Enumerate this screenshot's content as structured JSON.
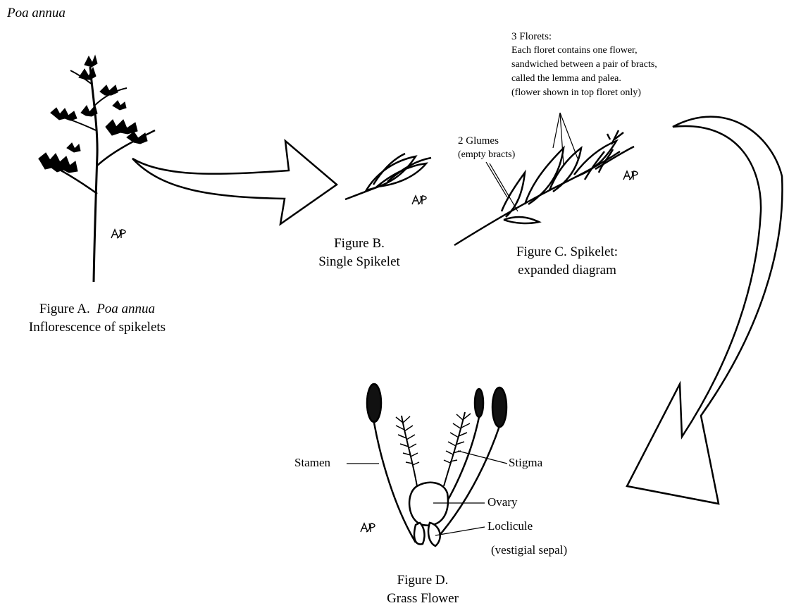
{
  "page_title": "Poa annua",
  "figure_a": {
    "caption_prefix": "Figure A.",
    "caption_species": "Poa annua",
    "caption_line2": "Inflorescence of spikelets"
  },
  "figure_b": {
    "caption_line1": "Figure B.",
    "caption_line2": "Single Spikelet"
  },
  "figure_c": {
    "caption_line1": "Figure C. Spikelet:",
    "caption_line2": "expanded diagram",
    "florets_title": "3 Florets:",
    "florets_desc": [
      "Each floret contains one flower,",
      "sandwiched between a pair of bracts,",
      "called the lemma and palea.",
      "(flower shown in top floret only)"
    ],
    "glumes_label": "2 Glumes",
    "glumes_note": "(empty bracts)"
  },
  "figure_d": {
    "caption_line1": "Figure D.",
    "caption_line2": "Grass Flower",
    "labels": {
      "stamen": "Stamen",
      "stigma": "Stigma",
      "ovary": "Ovary",
      "lodicule": "Loclicule",
      "lodicule_note": "(vestigial sepal)"
    }
  },
  "signature": "AJP"
}
